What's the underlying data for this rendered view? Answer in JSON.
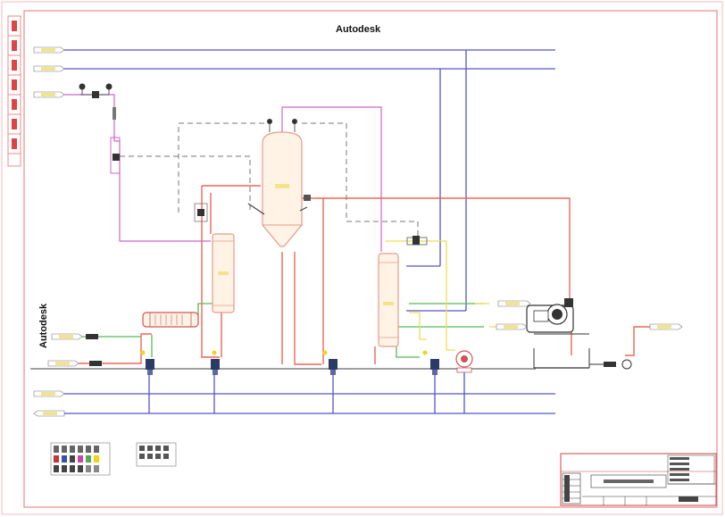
{
  "watermark": {
    "top": "Autodesk",
    "side": "Autodesk"
  },
  "colors": {
    "frame": "#ee8888",
    "blue_line": "#5555cc",
    "red_line": "#ee6655",
    "pink_line": "#cc66cc",
    "green_line": "#55bb55",
    "yellow_line": "#eedd55",
    "dashed_line": "#777777",
    "equipment_fill": "#fff3e6",
    "label_fill": "#f2e48a"
  },
  "equipment": [
    {
      "id": "evaporator",
      "type": "vertical-vessel-cone-bottom"
    },
    {
      "id": "preheater",
      "type": "vertical-shell-tube-exchanger"
    },
    {
      "id": "condenser",
      "type": "vertical-shell-tube-exchanger"
    },
    {
      "id": "feed-heater",
      "type": "horizontal-exchanger"
    },
    {
      "id": "vacuum-pump",
      "type": "rotary-pump"
    },
    {
      "id": "discharge-pump",
      "type": "centrifugal-pump"
    }
  ],
  "line_tags": [
    {
      "id": "tag-top-1"
    },
    {
      "id": "tag-top-2"
    },
    {
      "id": "tag-top-3"
    },
    {
      "id": "tag-feed-1"
    },
    {
      "id": "tag-feed-2"
    },
    {
      "id": "tag-bottom-1"
    },
    {
      "id": "tag-bottom-2"
    },
    {
      "id": "tag-right-1"
    },
    {
      "id": "tag-right-2"
    },
    {
      "id": "tag-right-3"
    }
  ],
  "title_block": {
    "present": true
  }
}
